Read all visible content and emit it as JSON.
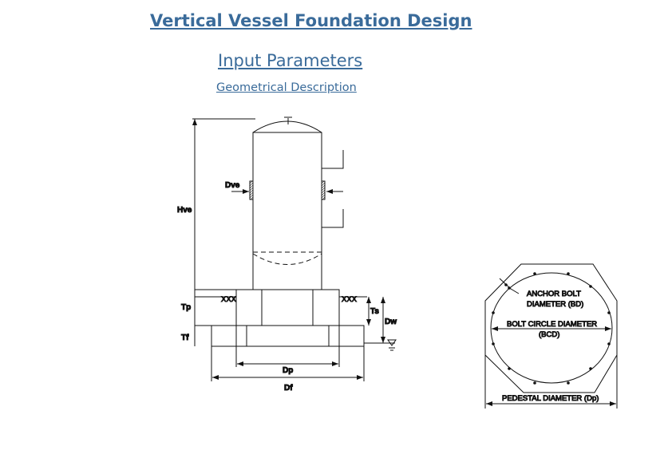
{
  "header": {
    "title": "Vertical Vessel Foundation Design",
    "subtitle": "Input Parameters",
    "section": "Geometrical Description"
  },
  "elevation": {
    "hve": "Hve",
    "dve": "Dve",
    "tp": "Tp",
    "ts": "Ts",
    "dw": "Dw",
    "tf": "Tf",
    "dp": "Dp",
    "df": "Df",
    "xxx": "XXX"
  },
  "plan": {
    "anchor1": "ANCHOR BOLT",
    "anchor2": "DIAMETER (BD)",
    "bcd1": "BOLT CIRCLE DIAMETER",
    "bcd2": "(BCD)",
    "pedestal": "PEDESTAL DIAMETER (Dp)"
  }
}
